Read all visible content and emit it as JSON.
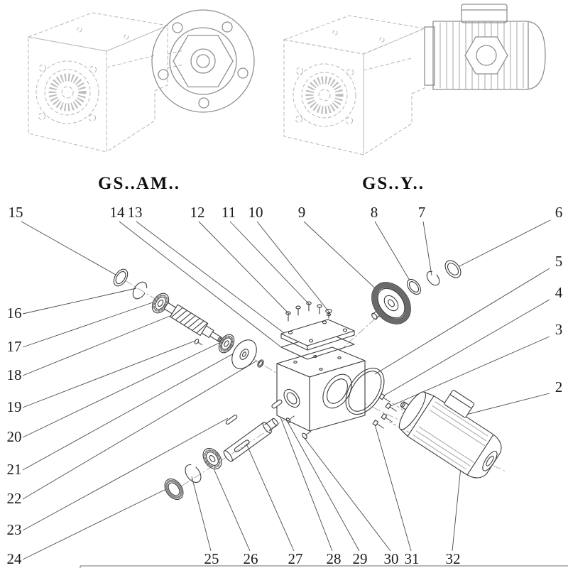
{
  "figure": {
    "kind": "exploded-parts-diagram",
    "ink_color": "#3b3b3b",
    "ghost_color": "#b6b6b6"
  },
  "models": [
    {
      "label": "GS..AM.."
    },
    {
      "label": "GS..Y.."
    }
  ],
  "callouts": {
    "top": [
      "15",
      "14",
      "13",
      "12",
      "11",
      "10",
      "9",
      "8",
      "7"
    ],
    "right": [
      "6",
      "5",
      "4",
      "3",
      "2"
    ],
    "left": [
      "16",
      "17",
      "18",
      "19",
      "20",
      "21",
      "22",
      "23",
      "24"
    ],
    "bottom": [
      "25",
      "26",
      "27",
      "28",
      "29",
      "30",
      "31",
      "32"
    ]
  }
}
